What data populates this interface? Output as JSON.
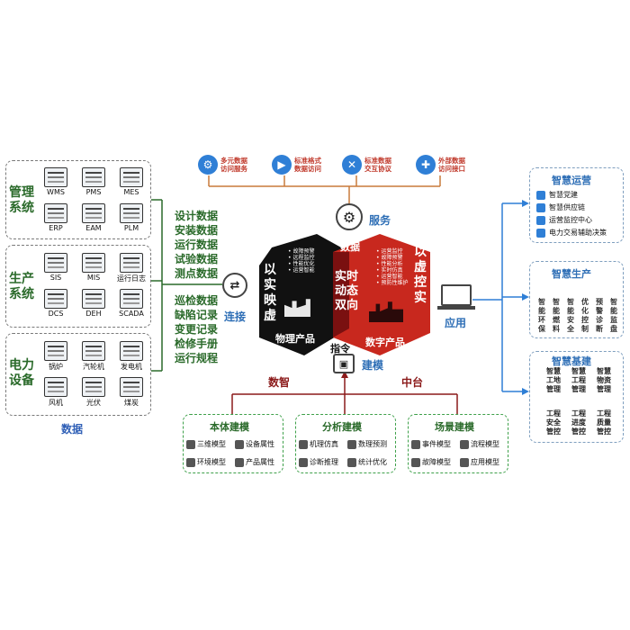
{
  "data_panel": {
    "categories": [
      {
        "label": "管理\n系统",
        "items": [
          "WMS",
          "PMS",
          "MES",
          "ERP",
          "EAM",
          "PLM"
        ]
      },
      {
        "label": "生产\n系统",
        "items": [
          "SIS",
          "MIS",
          "运行日志",
          "DCS",
          "DEH",
          "SCADA"
        ]
      },
      {
        "label": "电力\n设备",
        "items": [
          "锅炉",
          "汽轮机",
          "发电机",
          "风机",
          "光伏",
          "煤炭"
        ]
      }
    ],
    "footer_label": "数据"
  },
  "data_list": {
    "group1": [
      "设计数据",
      "安装数据",
      "运行数据",
      "试验数据",
      "测点数据"
    ],
    "group2": [
      "巡检数据",
      "缺陷记录",
      "变更记录",
      "检修手册",
      "运行规程"
    ]
  },
  "connect_label": "连接",
  "services": [
    {
      "text": "多元数据\n访问服务",
      "icon": "⚙"
    },
    {
      "text": "标准格式\n数据访问",
      "icon": "▶"
    },
    {
      "text": "标准数据\n交互协议",
      "icon": "✕"
    },
    {
      "text": "外部数据\n访问接口",
      "icon": "✚"
    }
  ],
  "service_label": "服务",
  "center": {
    "data_word": "数据",
    "left_hex": "以\n实\n映\n虚",
    "left_product": "物理产品",
    "mid": "实时\n动态\n双向",
    "right_hex": "以\n虚\n控\n实",
    "right_product": "数字产品",
    "left_features": [
      "故障预警",
      "远程监控",
      "性能优化",
      "运营智能"
    ],
    "right_features": [
      "运营监控",
      "故障预警",
      "性能分析",
      "实时仿真",
      "运营智能",
      "预防性维护"
    ],
    "command": "指令",
    "model_label": "建模"
  },
  "app_label": "应用",
  "right_panels": [
    {
      "title": "智慧运营",
      "lines": [
        "智慧党建",
        "智慧供应链",
        "运营监控中心",
        "电力交易辅助决策"
      ]
    },
    {
      "title": "智慧生产",
      "columns": [
        "智能环保",
        "智能燃料",
        "智能安全",
        "优化控制",
        "预警诊断",
        "智能监盘"
      ]
    },
    {
      "title": "智慧基建",
      "top": [
        "智慧工地管理",
        "智慧工程管理",
        "智慧物资管理"
      ],
      "bottom": [
        "工程安全管控",
        "工程进度管控",
        "工程质量管控"
      ]
    }
  ],
  "bottom": {
    "left_word": "数智",
    "right_word": "中台",
    "groups": [
      {
        "title": "本体建模",
        "items": [
          "三维模型",
          "设备属性",
          "环境模型",
          "产品属性"
        ]
      },
      {
        "title": "分析建模",
        "items": [
          "机理仿真",
          "数理预测",
          "诊断推理",
          "统计优化"
        ]
      },
      {
        "title": "场景建模",
        "items": [
          "事件模型",
          "流程模型",
          "故障模型",
          "应用模型"
        ]
      }
    ]
  },
  "colors": {
    "green": "#2a6a2a",
    "red": "#c0392b",
    "blue": "#2f7fd6",
    "dark_red": "#8b1a1a",
    "black_hex": "#111111",
    "red_hex": "#c8281e"
  }
}
